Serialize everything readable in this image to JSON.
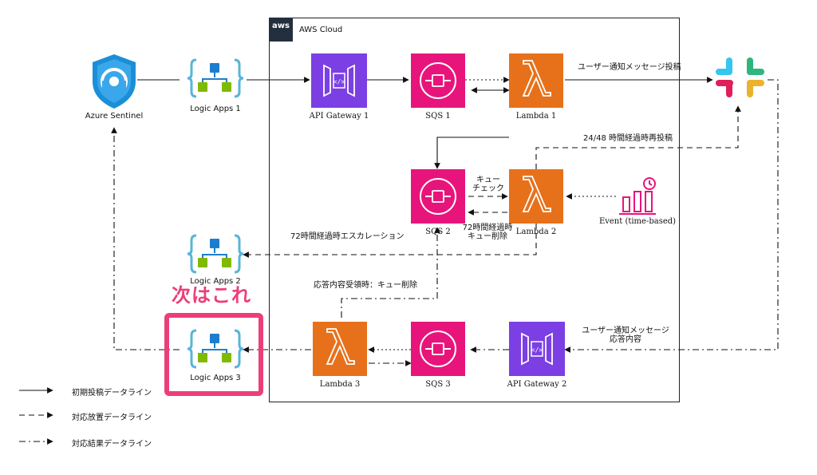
{
  "aws": {
    "logo_text": "aws",
    "title": "AWS Cloud"
  },
  "nodes": {
    "sentinel": "Azure Sentinel",
    "logic1": "Logic Apps 1",
    "logic2": "Logic Apps 2",
    "logic3": "Logic Apps 3",
    "apigw1": "API Gateway 1",
    "sqs1": "SQS 1",
    "lambda1": "Lambda 1",
    "sqs2": "SQS 2",
    "lambda2": "Lambda 2",
    "event": "Event (time-based)",
    "lambda3": "Lambda 3",
    "sqs3": "SQS 3",
    "apigw2": "API Gateway 2"
  },
  "edge_labels": {
    "user_notify_post": "ユーザー通知メッセージ投稿",
    "repost": "24/48 時間経過時再投稿",
    "queue_check_1": "キュー",
    "queue_check_2": "チェック",
    "delete72_1": "72時間経過時",
    "delete72_2": "キュー削除",
    "escalation": "72時間経過時エスカレーション",
    "response_delete": "応答内容受領時：キュー削除",
    "user_response_1": "ユーザー通知メッセージ",
    "user_response_2": "応答内容"
  },
  "annotation": "次はこれ",
  "legend": [
    {
      "label": "初期投稿データライン",
      "style": "solid"
    },
    {
      "label": "対応放置データライン",
      "style": "dashed"
    },
    {
      "label": "対応結果データライン",
      "style": "dashdot"
    }
  ],
  "colors": {
    "pink": "#e7157b",
    "orange": "#e7711b",
    "purple": "#7b3fe4",
    "sentinel_blue": "#1a8fd8",
    "logic_blue": "#1d7ecf",
    "logic_green": "#7fba00",
    "logic_bracket": "#59b4d9",
    "highlight": "#ec3f78"
  }
}
